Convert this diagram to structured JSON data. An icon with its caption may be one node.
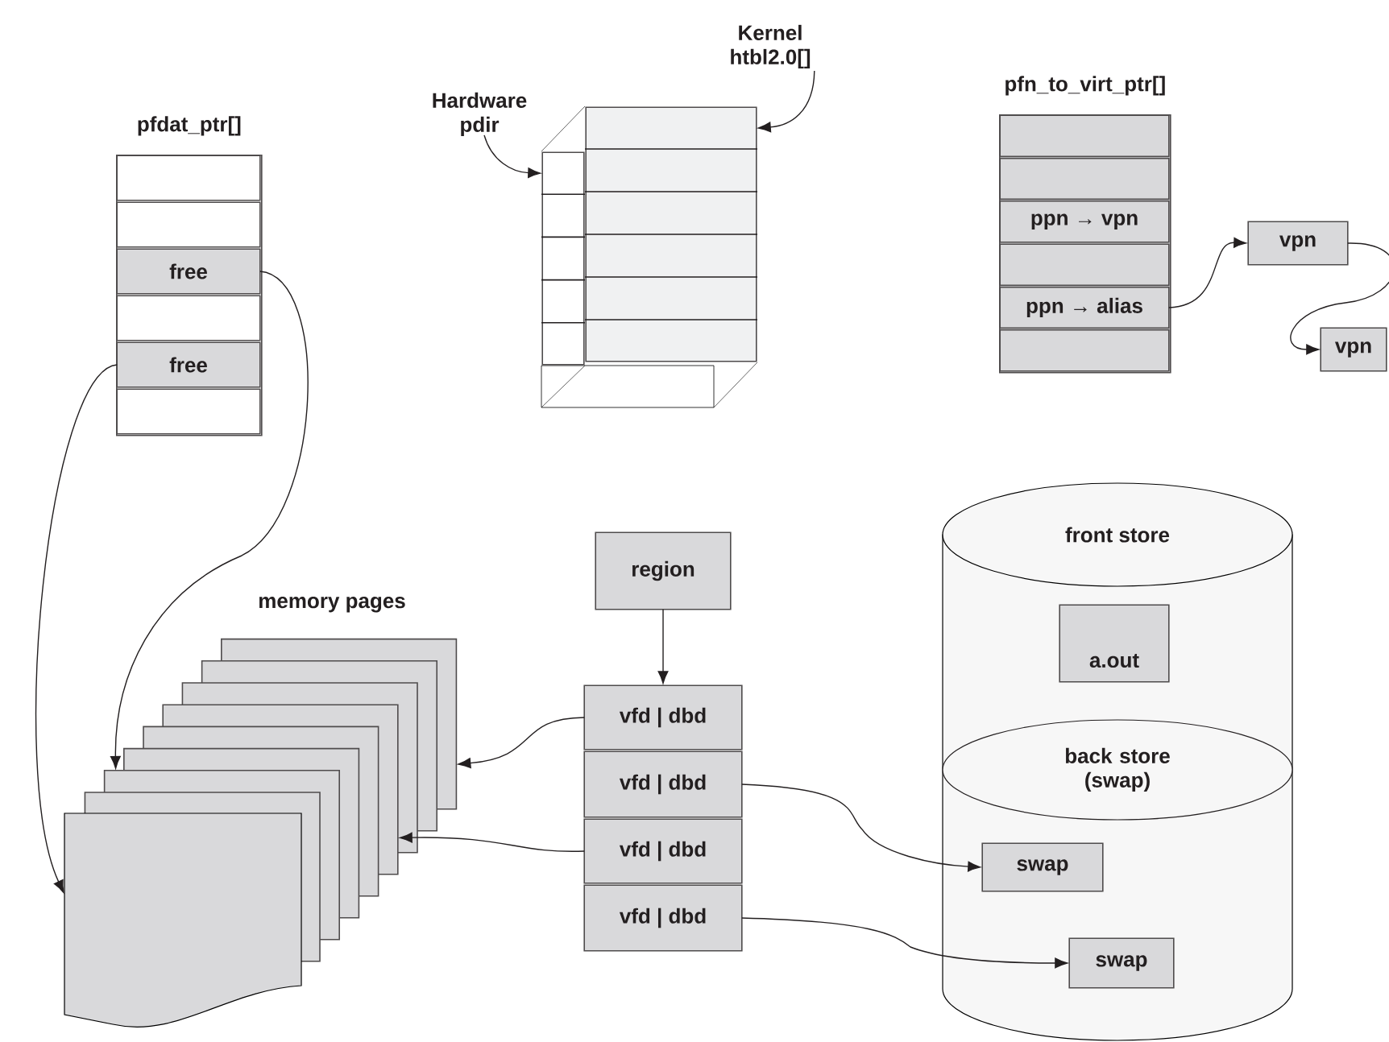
{
  "diagram": {
    "nodes": [
      {
        "text": [
          "pfdat_ptr[]"
        ]
      },
      {
        "text": [],
        "shape": "box",
        "in": 0
      },
      {
        "text": [],
        "shape": "box",
        "in": 0
      },
      {
        "text": [
          "free"
        ],
        "in": 0
      },
      {
        "text": [],
        "shape": "box",
        "in": 0
      },
      {
        "text": [
          "free"
        ],
        "in": 0
      },
      {
        "text": [],
        "shape": "box",
        "in": 0
      },
      {
        "text": [
          "Hardware pdir"
        ]
      },
      {
        "text": [
          "Kernel htbl2.0[]"
        ]
      },
      {
        "text": [],
        "shape": "box"
      },
      {
        "text": [],
        "shape": "box"
      },
      {
        "text": [
          "pfn_to_virt_ptr[]"
        ]
      },
      {
        "text": [],
        "shape": "box",
        "in": 11
      },
      {
        "text": [],
        "shape": "box",
        "in": 11
      },
      {
        "text": [
          "ppn → vpn"
        ],
        "in": 11
      },
      {
        "text": [],
        "shape": "box",
        "in": 11
      },
      {
        "text": [
          "ppn → alias"
        ],
        "in": 11
      },
      {
        "text": [],
        "shape": "box",
        "in": 11
      },
      {
        "text": [
          "vpn"
        ]
      },
      {
        "text": [
          "vpn"
        ]
      },
      {
        "text": [],
        "shape": "box"
      },
      {
        "text": [],
        "shape": "box"
      },
      {
        "text": [],
        "shape": "box"
      },
      {
        "text": [],
        "shape": "box"
      },
      {
        "text": [],
        "shape": "box"
      },
      {
        "text": [],
        "shape": "box"
      },
      {
        "text": [],
        "shape": "box"
      },
      {
        "text": [],
        "shape": "box"
      },
      {
        "text": [],
        "shape": "box"
      },
      {
        "text": [
          "region"
        ]
      },
      {
        "text": [
          "vfd | dbd"
        ]
      },
      {
        "text": [
          "vfd | dbd"
        ]
      },
      {
        "text": [
          "vfd | dbd"
        ]
      },
      {
        "text": [
          "vfd | dbd"
        ]
      },
      {
        "text": [
          "front store"
        ]
      },
      {
        "text": [
          "a.out"
        ],
        "in": 34
      },
      {
        "text": [
          "back store (swap)"
        ],
        "in": 34
      },
      {
        "text": [
          "swap"
        ],
        "in": 34
      },
      {
        "text": [
          "swap"
        ],
        "in": 34
      }
    ],
    "edges": [
      {
        "from": 5,
        "to": 20,
        "arrow": "to"
      },
      {
        "from": 3,
        "to": 22,
        "arrow": "to"
      },
      {
        "from": 7,
        "to": 9,
        "arrow": "to"
      },
      {
        "from": 8,
        "to": 10,
        "arrow": "to"
      },
      {
        "from": 16,
        "to": 18,
        "arrow": "to"
      },
      {
        "from": 18,
        "to": 19,
        "arrow": "to"
      },
      {
        "from": 29,
        "to": 30,
        "arrow": "to"
      },
      {
        "from": 30,
        "to": 28,
        "arrow": "to"
      },
      {
        "from": 32,
        "to": 25,
        "arrow": "to"
      },
      {
        "from": 31,
        "to": 37,
        "arrow": "to"
      },
      {
        "from": 33,
        "to": 38,
        "arrow": "to"
      }
    ],
    "labels": [
      "memory pages"
    ]
  }
}
